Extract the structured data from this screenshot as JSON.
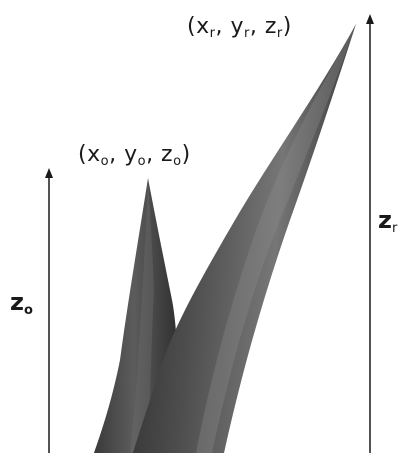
{
  "labels": {
    "tip_original": {
      "open": "(x",
      "s1": "o",
      "c1": ", y",
      "s2": "o",
      "c2": ", z",
      "s3": "o",
      "close": ")"
    },
    "tip_reference": {
      "open": "(x",
      "s1": "r",
      "c1": ", y",
      "s2": "r",
      "c2": ", z",
      "s3": "r",
      "close": ")"
    },
    "axis_original": {
      "main": "z",
      "sub": "o"
    },
    "axis_reference": {
      "main": "z",
      "sub": "r"
    }
  },
  "colors": {
    "spike_dark": "#2f2f2f",
    "spike_mid": "#5a5a5a",
    "spike_light": "#8a8a8a",
    "axis_line": "#1a1a1a"
  }
}
